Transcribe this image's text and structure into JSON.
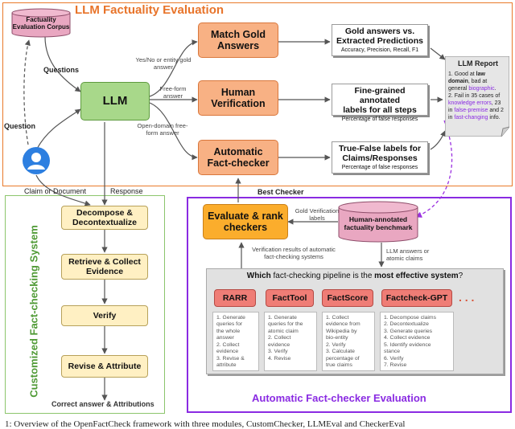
{
  "top_panel": {
    "title": "LLM Factuality Evaluation"
  },
  "corpus": {
    "line1": "Factuality",
    "line2": "Evaluation Corpus"
  },
  "questions_label": "Questions",
  "question_label": "Question",
  "llm": {
    "label": "LLM"
  },
  "branches": {
    "match": {
      "line1": "Match Gold",
      "line2": "Answers",
      "edge_label": "Yes/No or entity gold answer"
    },
    "human": {
      "line1": "Human",
      "line2": "Verification",
      "edge_label": "Free-form answer"
    },
    "auto": {
      "line1": "Automatic",
      "line2": "Fact-checker",
      "edge_label": "Open-domain free-form answer"
    }
  },
  "notes": {
    "gold": {
      "line1": "Gold answers vs.",
      "line2": "Extracted Predictions",
      "sub": "Accuracy, Precision, Recall, F1"
    },
    "fine": {
      "line1": "Fine-grained annotated",
      "line2": "labels for all steps",
      "sub": "Percentage of false responses"
    },
    "tf": {
      "line1": "True-False labels for",
      "line2": "Claims/Responses",
      "sub": "Percentage of false responses"
    }
  },
  "report": {
    "title": "LLM Report",
    "l1": "1. Good at",
    "l1b": "law",
    "l2": "domain",
    "l2b": ", bad at",
    "l3": "general",
    "l3b": "biographic",
    "l3c": ".",
    "l4": "2. Fail in 35 cases of",
    "l5": "knowledge errors",
    "l5b": ", 23",
    "l6": "in",
    "l6b": "false-premise",
    "l6c": "and 2",
    "l7": "in",
    "l7b": "fast-changing",
    "l7c": "info."
  },
  "labels": {
    "claim_or_document": "Claim or Document",
    "response": "Response",
    "best_checker": "Best Checker",
    "gold_verification": "Gold Verification labels",
    "llm_answers": "LLM answers or atomic claims",
    "verification_results": "Verification results of automatic fact-checking systems",
    "correct_answer": "Correct answer & Attributions"
  },
  "left_panel": {
    "title": "Customized Fact-checking System",
    "steps": [
      {
        "line1": "Decompose &",
        "line2": "Decontextualize"
      },
      {
        "line1": "Retrieve & Collect",
        "line2": "Evidence"
      },
      {
        "line1": "Verify",
        "line2": ""
      },
      {
        "line1": "Revise & Attribute",
        "line2": ""
      }
    ]
  },
  "right_panel": {
    "title": "Automatic Fact-checker Evaluation",
    "evaluate": {
      "line1": "Evaluate & rank",
      "line2": "checkers"
    },
    "benchmark": {
      "line1": "Human-annotated",
      "line2": "factuality benchmark"
    },
    "question_pre": "Which",
    "question_mid": "fact-checking pipeline is the",
    "question_bold": "most effective system",
    "question_end": "?",
    "ellipsis": ". . .",
    "systems": [
      {
        "name": "RARR",
        "steps": [
          "1. Generate",
          "queries for",
          "the whole",
          "answer",
          "2. Collect",
          "evidence",
          "3. Revise &",
          "attribute"
        ]
      },
      {
        "name": "FactTool",
        "steps": [
          "1. Generate",
          "queries for the",
          "atomic claim",
          "2. Collect",
          "evidence",
          "3. Verify",
          "4. Revise"
        ]
      },
      {
        "name": "FactScore",
        "steps": [
          "1. Collect",
          "evidence from",
          "Wikipedia by",
          "bio-entity",
          "2. Verify",
          "3. Calculate",
          "percentage of",
          "true claims"
        ]
      },
      {
        "name": "Factcheck-GPT",
        "steps": [
          "1. Decompose claims",
          "2. Decontextualize",
          "3. Generate queries",
          "4. Collect evidence",
          "5. Identify evidence",
          "stance",
          "6. Verify",
          "7. Revise"
        ]
      }
    ]
  },
  "caption": "1: Overview of the OpenFactCheck framework with three modules, CustomChecker, LLMEval and CheckerEval"
}
